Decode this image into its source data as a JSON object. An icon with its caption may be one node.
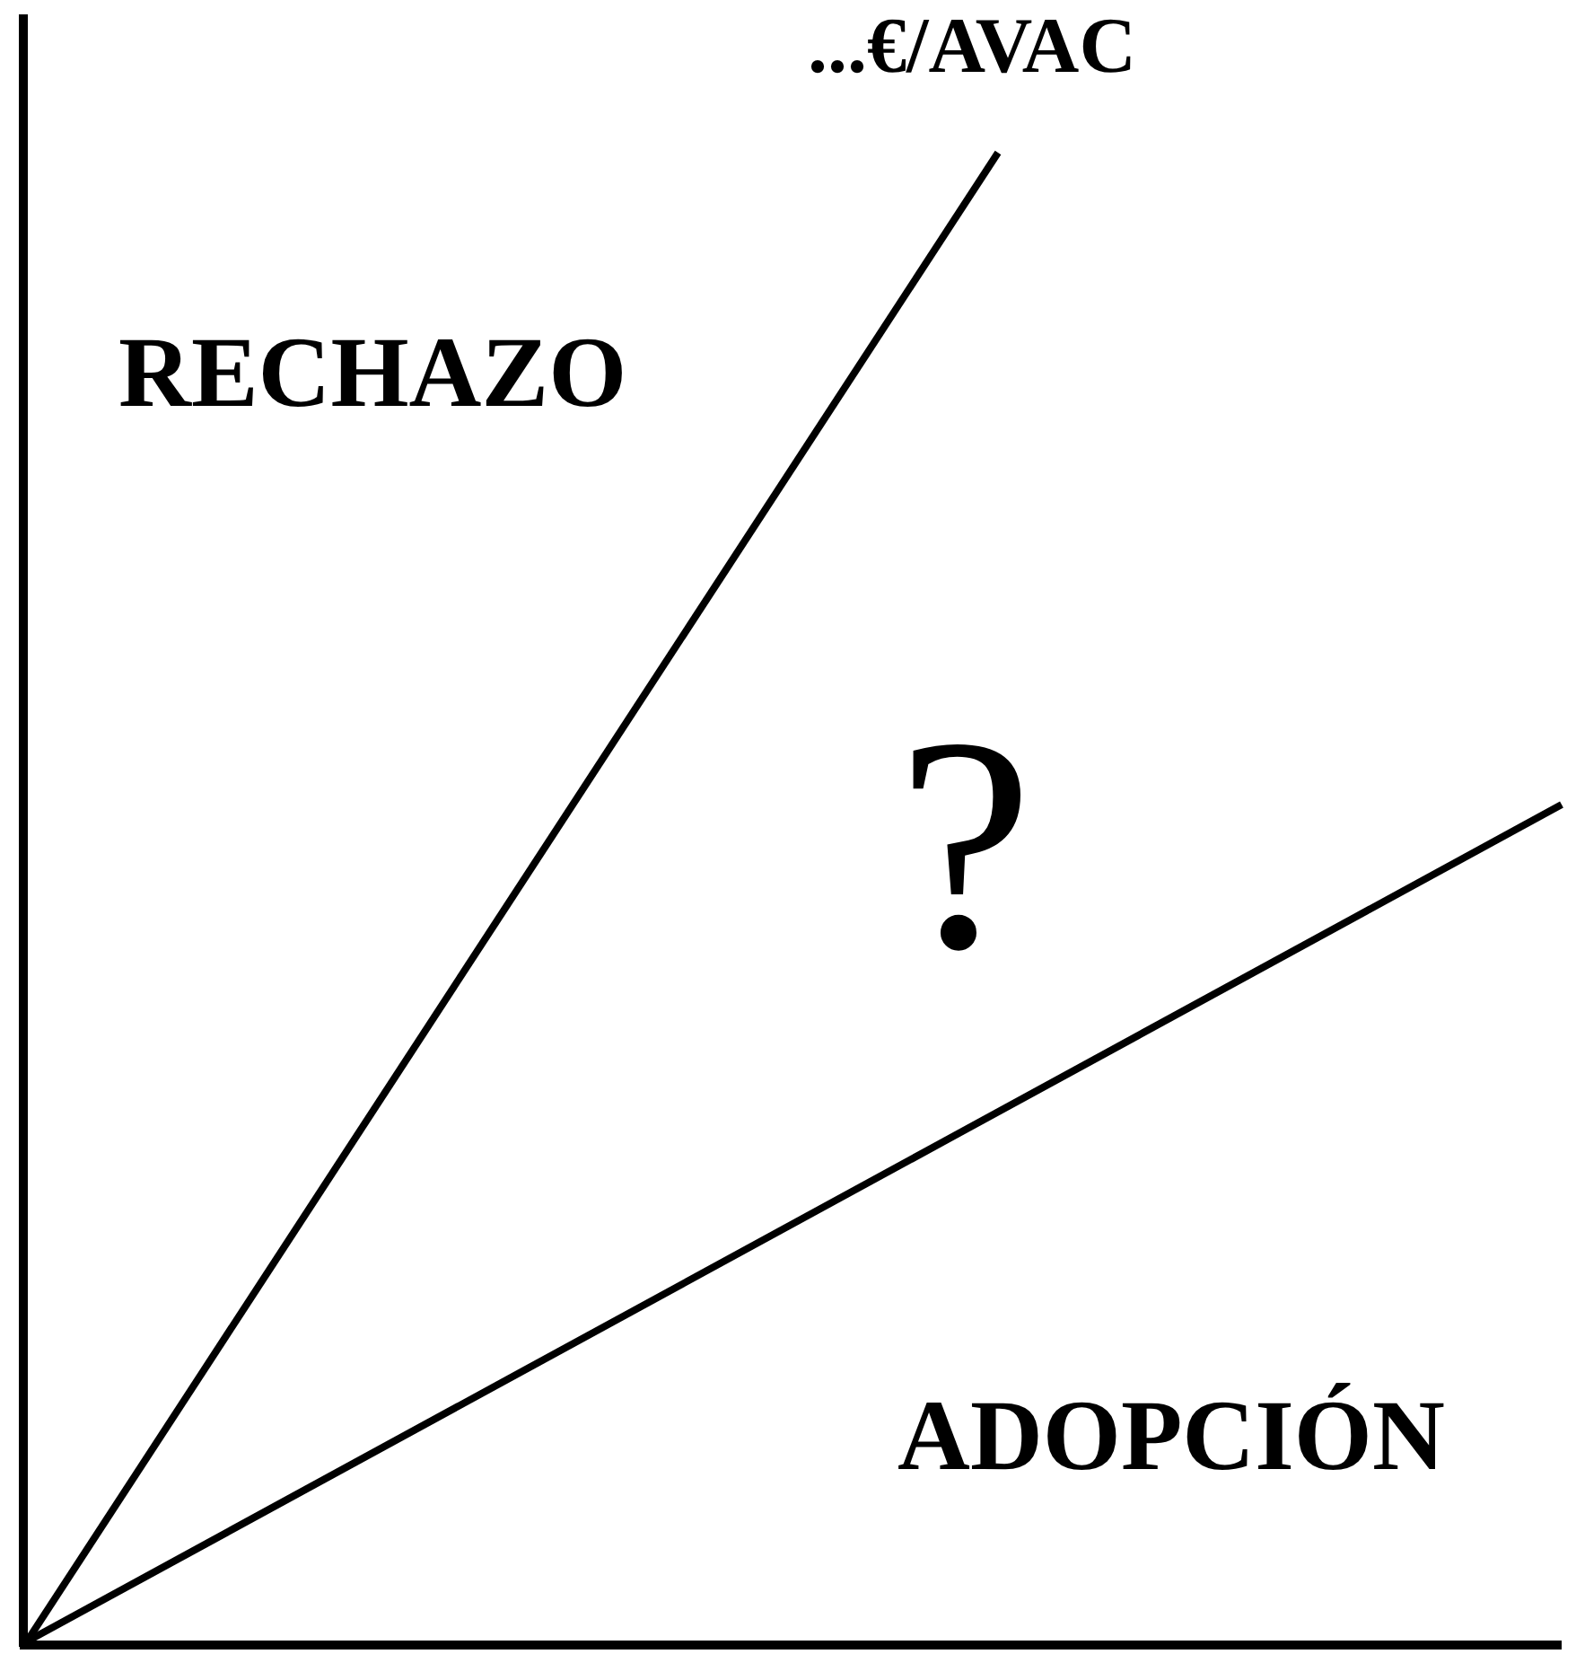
{
  "diagram": {
    "labels": [
      "...€/AVAC",
      "RECHAZO",
      "?",
      "ADOPCIÓN"
    ]
  }
}
